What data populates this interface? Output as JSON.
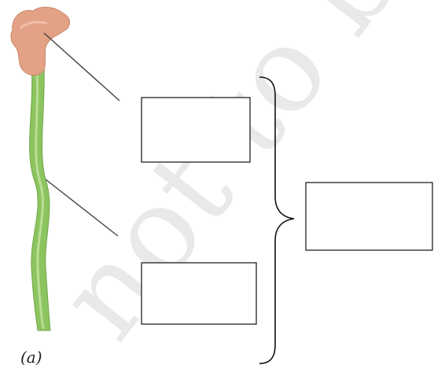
{
  "figure": {
    "label": "(a)",
    "watermark": "not to be",
    "colors": {
      "stigma": "#e3a186",
      "style": "#8cc560",
      "outline": "#111111"
    },
    "answer_boxes": [
      {
        "name": "top-label-box",
        "text": ""
      },
      {
        "name": "bottom-label-box",
        "text": ""
      },
      {
        "name": "combined-label-box",
        "text": ""
      }
    ]
  }
}
